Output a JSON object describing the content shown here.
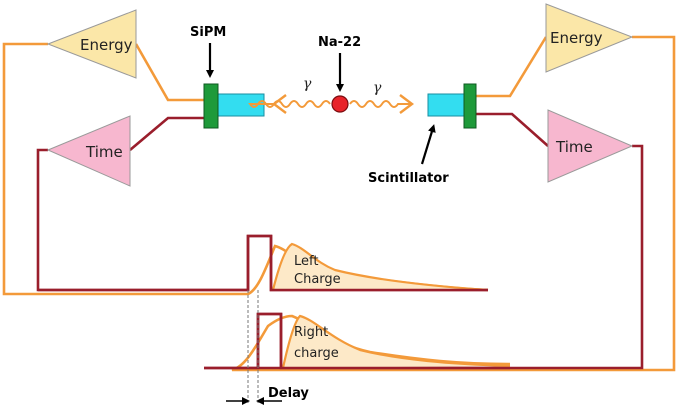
{
  "labels": {
    "sipm": "SiPM",
    "source": "Na-22",
    "gamma_left": "γ",
    "gamma_right": "γ",
    "scintillator": "Scintillator",
    "energy_left": "Energy",
    "time_left": "Time",
    "energy_right": "Energy",
    "time_right": "Time",
    "left_charge_line1": "Left",
    "left_charge_line2": "Charge",
    "right_charge_line1": "Right",
    "right_charge_line2": "charge",
    "delay": "Delay"
  },
  "colors": {
    "energy_fill": "#fbe7a8",
    "time_fill": "#f7b7cf",
    "scintillator_fill": "#33ddf0",
    "sipm_fill": "#1e9a3a",
    "energy_wire": "#f39a3a",
    "time_wire": "#9a1e2c",
    "source_fill": "#e8232a",
    "charge_fill": "#fde9c8"
  }
}
